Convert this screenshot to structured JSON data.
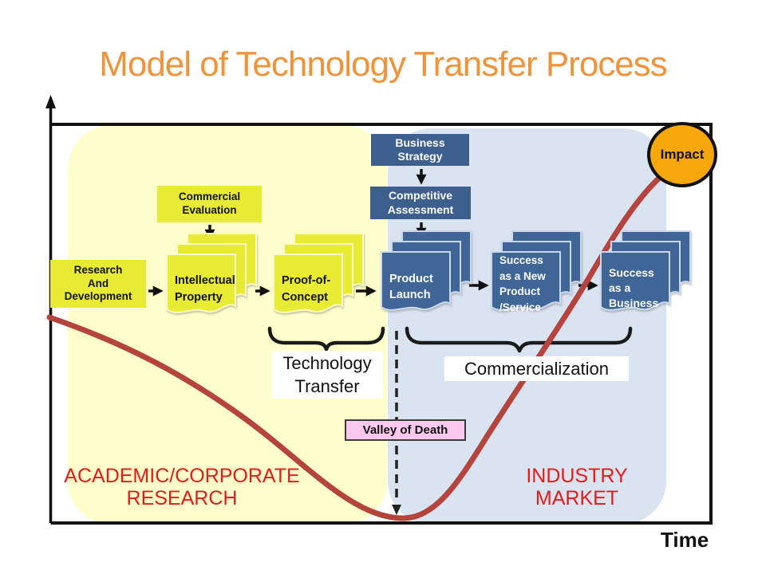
{
  "slide": {
    "title": "Model of Technology Transfer Process"
  },
  "axis": {
    "x_label": "Time"
  },
  "regions": {
    "academic": {
      "line1": "ACADEMIC/CORPORATE",
      "line2": "RESEARCH"
    },
    "industry": {
      "line1": "INDUSTRY",
      "line2": "MARKET"
    }
  },
  "process": {
    "research": {
      "line1": "Research",
      "line2": "And",
      "line3": "Development"
    },
    "commercial_evaluation": {
      "line1": "Commercial",
      "line2": "Evaluation"
    },
    "intellectual_property": {
      "line1": "Intellectual",
      "line2": "Property"
    },
    "proof_of_concept": {
      "line1": "Proof-of-",
      "line2": "Concept"
    },
    "business_strategy": {
      "line1": "Business",
      "line2": "Strategy"
    },
    "competitive_assessment": {
      "line1": "Competitive",
      "line2": "Assessment"
    },
    "product_launch": {
      "line1": "Product",
      "line2": "Launch"
    },
    "success_new_product": {
      "line1": "Success",
      "line2": "as a New",
      "line3": "Product",
      "line4": "/Service"
    },
    "success_business": {
      "line1": "Success",
      "line2": "as a",
      "line3": "Business"
    },
    "impact": "Impact"
  },
  "annotations": {
    "technology_transfer": {
      "line1": "Technology",
      "line2": "Transfer"
    },
    "commercialization": "Commercialization",
    "valley_of_death": "Valley of Death"
  },
  "colors": {
    "title_orange": "#F0943C",
    "academic_region_fill": "#FFFFCC",
    "industry_region_fill": "#DAE3F0",
    "yellow_node": "#E8EB34",
    "blue_node": "#3F6697",
    "blue_header_box": "#3C5F8D",
    "impact_gold": "#F8A70B",
    "curve_red": "#B5443F",
    "region_label_red": "#E31B1B",
    "valley_pink": "#FBC9F0"
  }
}
